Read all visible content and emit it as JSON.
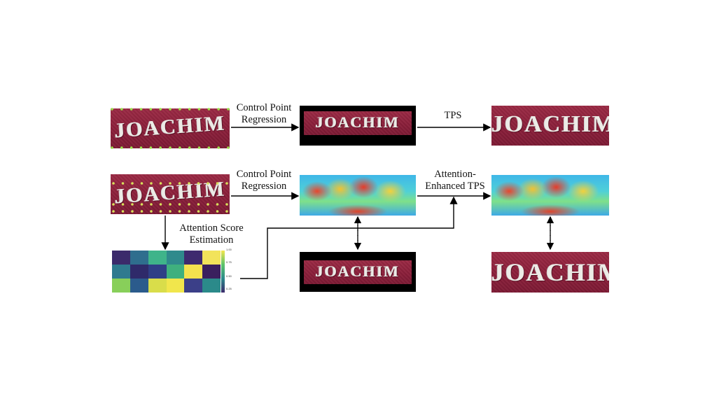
{
  "labels": {
    "control_point_regression_top": "Control Point\nRegression",
    "tps": "TPS",
    "control_point_regression_bottom": "Control Point\nRegression",
    "attention_enhanced_tps": "Attention-\nEnhanced TPS",
    "attention_score_estimation": "Attention Score\nEstimation"
  },
  "image_text": "JOACHIM",
  "colorbar_ticks": [
    "1.00",
    "0.75",
    "0.50",
    "0.25"
  ],
  "heatmap_colors": [
    [
      "#3b2a6b",
      "#2f6e8e",
      "#3fb48a",
      "#2f8a8c",
      "#3e2a6f",
      "#f2e35a"
    ],
    [
      "#2f7a8f",
      "#2f2a6a",
      "#2f3f86",
      "#3fb07e",
      "#f4e14e",
      "#3a1f5e"
    ],
    [
      "#88cf5a",
      "#2b5b8c",
      "#d9dd4a",
      "#f1e64c",
      "#3b3f88",
      "#2b8a8a"
    ]
  ]
}
